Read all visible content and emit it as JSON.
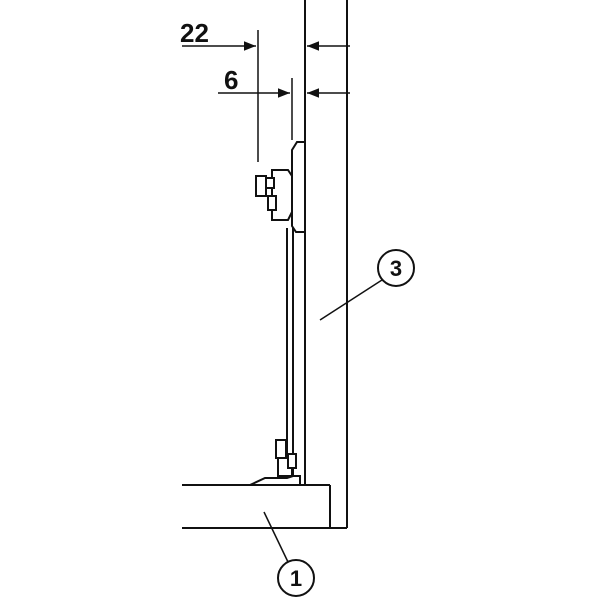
{
  "colors": {
    "line": "#111111",
    "background": "#ffffff"
  },
  "dimensions": {
    "top_offset": "22",
    "inner_offset": "6"
  },
  "callouts": {
    "base_panel": "1",
    "side_panel": "3"
  }
}
